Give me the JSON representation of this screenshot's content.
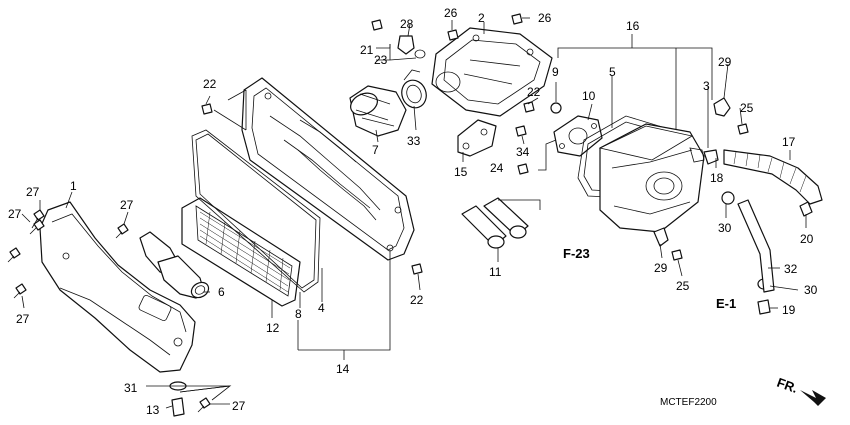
{
  "callouts": [
    {
      "id": "c1",
      "text": "1"
    },
    {
      "id": "c2",
      "text": "2"
    },
    {
      "id": "c3",
      "text": "3"
    },
    {
      "id": "c4",
      "text": "4"
    },
    {
      "id": "c5",
      "text": "5"
    },
    {
      "id": "c6",
      "text": "6"
    },
    {
      "id": "c7",
      "text": "7"
    },
    {
      "id": "c8",
      "text": "8"
    },
    {
      "id": "c9",
      "text": "9"
    },
    {
      "id": "c10",
      "text": "10"
    },
    {
      "id": "c11",
      "text": "11"
    },
    {
      "id": "c12",
      "text": "12"
    },
    {
      "id": "c13",
      "text": "13"
    },
    {
      "id": "c14",
      "text": "14"
    },
    {
      "id": "c15",
      "text": "15"
    },
    {
      "id": "c16",
      "text": "16"
    },
    {
      "id": "c17",
      "text": "17"
    },
    {
      "id": "c18",
      "text": "18"
    },
    {
      "id": "c19",
      "text": "19"
    },
    {
      "id": "c20",
      "text": "20"
    },
    {
      "id": "c21",
      "text": "21"
    },
    {
      "id": "c22a",
      "text": "22"
    },
    {
      "id": "c22b",
      "text": "22"
    },
    {
      "id": "c22c",
      "text": "22"
    },
    {
      "id": "c23",
      "text": "23"
    },
    {
      "id": "c24",
      "text": "24"
    },
    {
      "id": "c25a",
      "text": "25"
    },
    {
      "id": "c25b",
      "text": "25"
    },
    {
      "id": "c26a",
      "text": "26"
    },
    {
      "id": "c26b",
      "text": "26"
    },
    {
      "id": "c27a",
      "text": "27"
    },
    {
      "id": "c27b",
      "text": "27"
    },
    {
      "id": "c27c",
      "text": "27"
    },
    {
      "id": "c27d",
      "text": "27"
    },
    {
      "id": "c27e",
      "text": "27"
    },
    {
      "id": "c28",
      "text": "28"
    },
    {
      "id": "c29a",
      "text": "29"
    },
    {
      "id": "c29b",
      "text": "29"
    },
    {
      "id": "c30a",
      "text": "30"
    },
    {
      "id": "c30b",
      "text": "30"
    },
    {
      "id": "c31",
      "text": "31"
    },
    {
      "id": "c32",
      "text": "32"
    },
    {
      "id": "c33",
      "text": "33"
    },
    {
      "id": "c34",
      "text": "34"
    }
  ],
  "references": {
    "f23": "F-23",
    "e1": "E-1",
    "fr": "FR."
  },
  "diagram_code": "MCTEF2200"
}
